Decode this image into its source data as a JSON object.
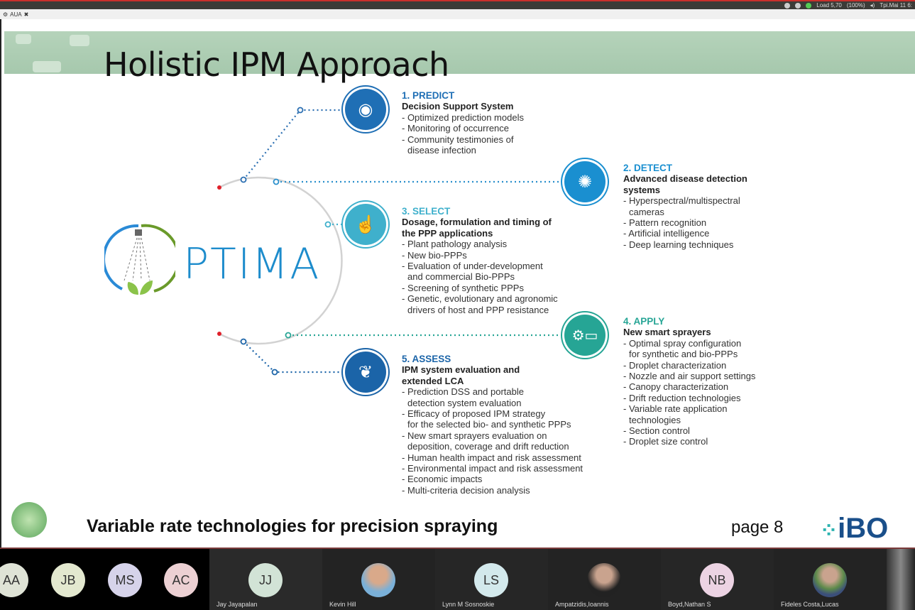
{
  "system_tray": {
    "load": "Load 5,70",
    "battery": "(100%)",
    "clock": "Tpi.Mai 11 6:"
  },
  "tab": {
    "label": "AUA"
  },
  "slide": {
    "title": "Holistic IPM Approach",
    "logo_text": "PTIMA",
    "stages": [
      {
        "heading": "1. PREDICT",
        "subtitle": "Decision Support System",
        "items": [
          "- Optimized prediction models",
          "- Monitoring of occurrence",
          "- Community testimonies of",
          "  disease infection"
        ],
        "color": "#1f6fb5",
        "icon": "alarm-light-icon"
      },
      {
        "heading": "2. DETECT",
        "subtitle": "Advanced disease detection systems",
        "items": [
          "- Hyperspectral/multispectral",
          "  cameras",
          "- Pattern recognition",
          "- Artificial intelligence",
          "- Deep learning techniques"
        ],
        "color": "#1a8fd0",
        "icon": "virus-icon"
      },
      {
        "heading": "3. SELECT",
        "subtitle": "Dosage, formulation and timing of the PPP applications",
        "items": [
          "- Plant pathology analysis",
          "- New bio-PPPs",
          "- Evaluation of under-development",
          "  and commercial Bio-PPPs",
          "- Screening of synthetic PPPs",
          "- Genetic, evolutionary and agronomic",
          "  drivers of host and PPP resistance"
        ],
        "color": "#3fb0cc",
        "icon": "hand-pointer-icon"
      },
      {
        "heading": "4. APPLY",
        "subtitle": "New smart sprayers",
        "items": [
          "- Optimal spray configuration",
          "  for synthetic and bio-PPPs",
          "- Droplet characterization",
          "- Nozzle and air support settings",
          "- Canopy characterization",
          "- Drift reduction technologies",
          "- Variable rate application",
          "  technologies",
          "- Section control",
          "- Droplet size control"
        ],
        "color": "#26a595",
        "icon": "computer-gear-icon"
      },
      {
        "heading": "5. ASSESS",
        "subtitle": "IPM system evaluation and extended LCA",
        "items": [
          "- Prediction DSS and portable",
          "  detection system evaluation",
          "- Efficacy of proposed IPM strategy",
          "  for the selected bio- and synthetic PPPs",
          "- New smart sprayers evaluation on",
          "  deposition, coverage and drift reduction",
          "- Human health impact and risk assessment",
          "- Environmental impact and risk assessment",
          "- Economic impacts",
          "- Multi-criteria decision analysis"
        ],
        "color": "#1b64a8",
        "icon": "leaf-icon"
      }
    ],
    "footer": "Variable rate technologies for precision spraying",
    "page": "page 8",
    "partner_logo": "iBO"
  },
  "participants": [
    {
      "initials": "AA",
      "name": "",
      "color": "#dfe3d6"
    },
    {
      "initials": "JB",
      "name": "",
      "color": "#e3e8cf"
    },
    {
      "initials": "MS",
      "name": "",
      "color": "#d6d3ea"
    },
    {
      "initials": "AC",
      "name": "",
      "color": "#ecd0d3"
    },
    {
      "initials": "JJ",
      "name": "Jay Jayapalan",
      "color": "#d2e3d6"
    },
    {
      "initials": "",
      "name": "Kevin Hill",
      "color": "#8aa"
    },
    {
      "initials": "LS",
      "name": "Lynn M Sosnoskie",
      "color": "#d3e9ec"
    },
    {
      "initials": "",
      "name": "Ampatzidis,Ioannis",
      "color": "#999"
    },
    {
      "initials": "NB",
      "name": "Boyd,Nathan S",
      "color": "#ecd3e3"
    },
    {
      "initials": "",
      "name": "Fideles Costa,Lucas",
      "color": "#6a8a5a"
    }
  ]
}
